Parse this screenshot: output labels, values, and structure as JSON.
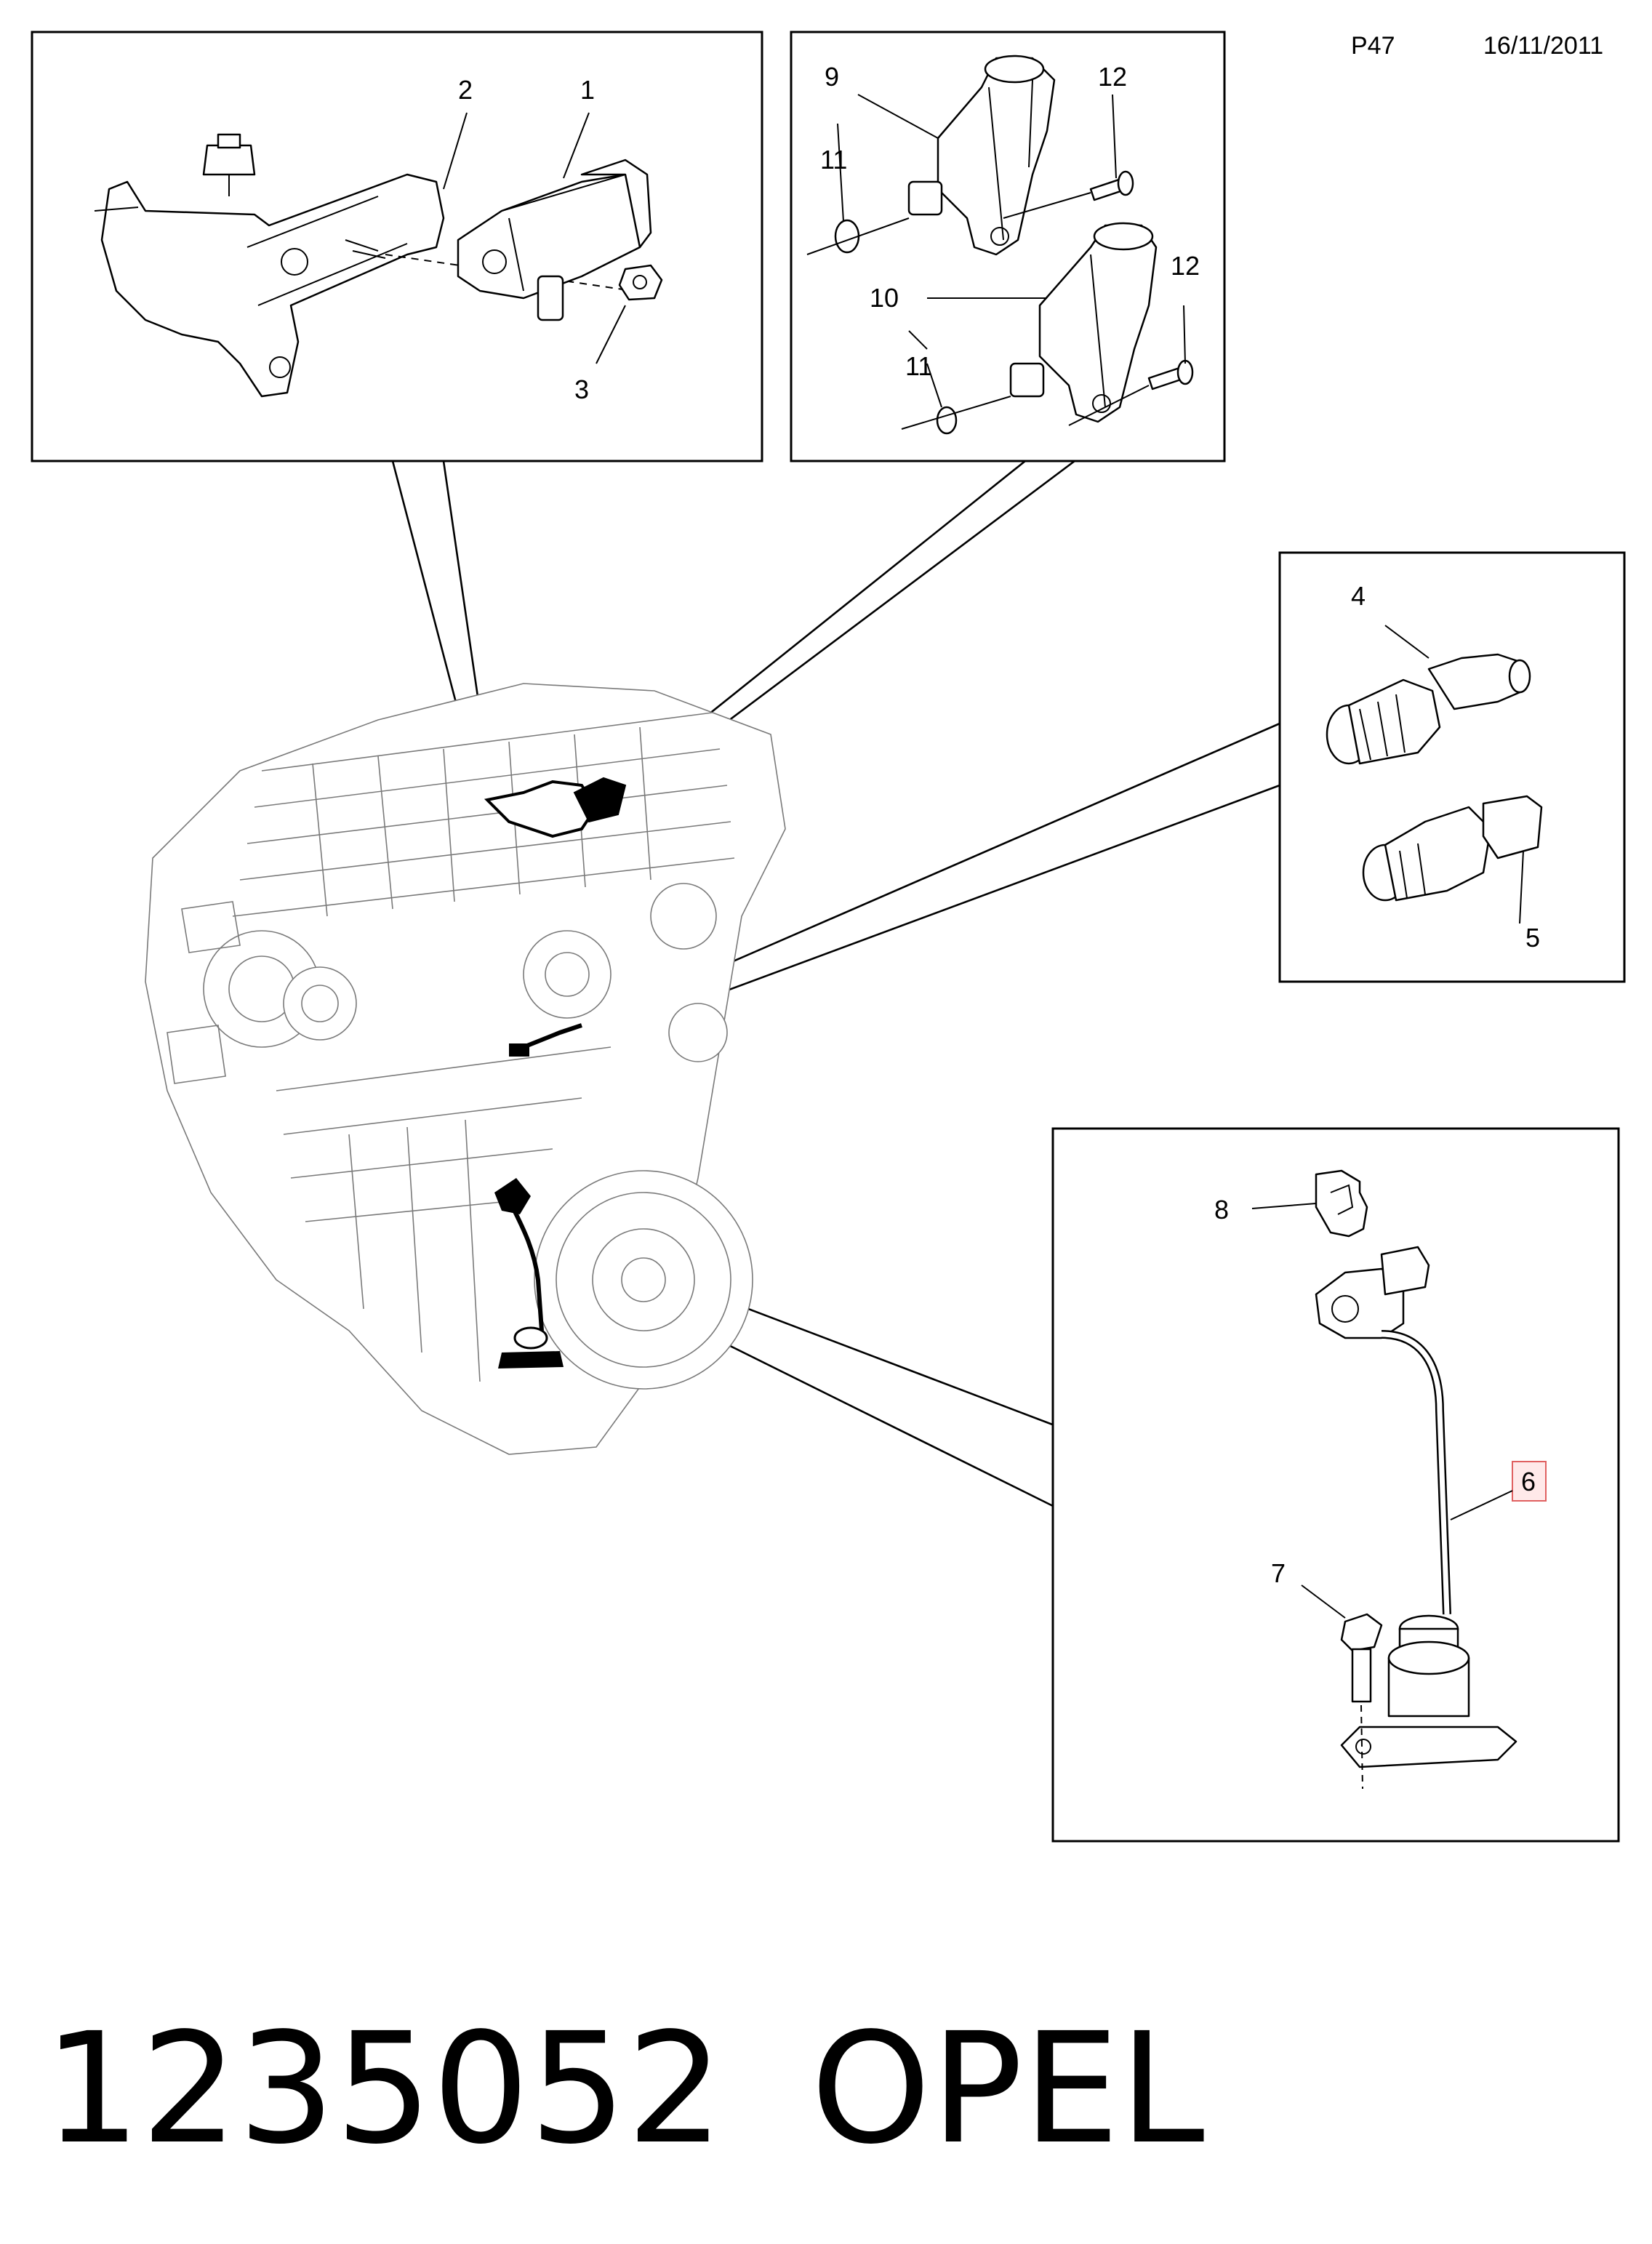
{
  "header": {
    "page_ref": "P47",
    "date": "16/11/2011"
  },
  "callouts": {
    "c1": "1",
    "c2": "2",
    "c3": "3",
    "c4": "4",
    "c5": "5",
    "c6": "6",
    "c7": "7",
    "c8": "8",
    "c9": "9",
    "c10": "10",
    "c11a": "11",
    "c11b": "11",
    "c12a": "12",
    "c12b": "12"
  },
  "highlighted_callout": "6",
  "footer": {
    "part_number": "1235052",
    "brand": "OPEL"
  },
  "colors": {
    "highlight_border": "#e06060",
    "highlight_fill": "#ffe9e9",
    "line_art": "#000000",
    "engine_art": "#7a7a7a"
  }
}
